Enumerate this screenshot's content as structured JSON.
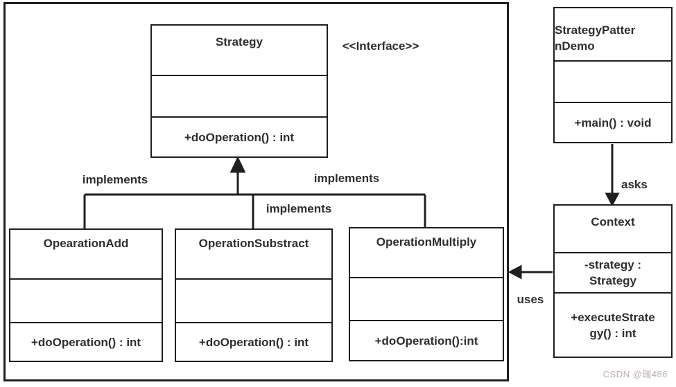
{
  "diagram": {
    "watermark": "CSDN @瑞486",
    "colors": {
      "line": "#1f1f1f",
      "text": "#2e2e2e",
      "background": "#ffffff",
      "watermark": "#b9aeae"
    },
    "labels": {
      "interface_stereotype": "<<Interface>>",
      "implements_left": "implements",
      "implements_right": "implements",
      "implements_middle": "implements",
      "asks": "asks",
      "uses": "uses"
    },
    "classes": {
      "strategy": {
        "name": "Strategy",
        "methods": "+doOperation() : int"
      },
      "operation_add": {
        "name": "OpearationAdd",
        "methods": "+doOperation() : int"
      },
      "operation_substract": {
        "name": "OperationSubstract",
        "methods": "+doOperation() : int"
      },
      "operation_multiply": {
        "name": "OperationMultiply",
        "methods": "+doOperation():int"
      },
      "strategy_pattern_demo": {
        "name_lines": [
          "StrategyPatter",
          "nDemo"
        ],
        "methods": "+main() : void"
      },
      "context": {
        "name": "Context",
        "attribute_lines": [
          "-strategy :",
          "Strategy"
        ],
        "method_lines": [
          "+executeStrate",
          "gy() : int"
        ]
      }
    }
  }
}
